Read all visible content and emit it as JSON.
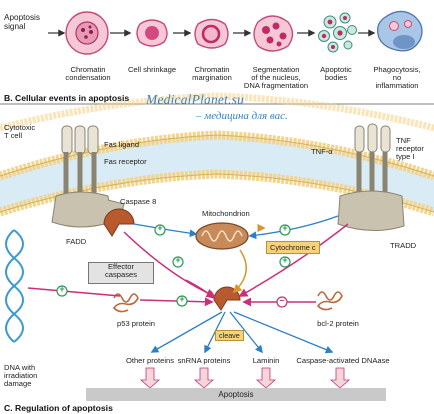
{
  "panel_b": {
    "signal_label": "Apoptosis\nsignal",
    "stages": [
      "Chromatin\ncondensation",
      "Cell shrinkage",
      "Chromatin\nmargination",
      "Segmentation\nof the nucleus,\nDNA fragmentation",
      "Apoptotic\nbodies",
      "Phagocytosis,\nno\ninflammation"
    ],
    "caption": "B. Cellular events in apoptosis"
  },
  "watermark": {
    "line1": "MedicalPlanet.su",
    "line2": "– медицина для вас."
  },
  "panel_c": {
    "cytotoxic_t_cell": "Cytotoxic\nT cell",
    "fas_ligand": "Fas ligand",
    "fas_receptor": "Fas receptor",
    "caspase8": "Caspase 8",
    "fadd": "FADD",
    "mitochondrion": "Mitochondrion",
    "cytochrome_c": "Cytochrome c",
    "tnf_alpha": "TNF-α",
    "tnf_receptor": "TNF\nreceptor\ntype I",
    "tradd": "TRADD",
    "effector_caspases": "Effector\ncaspases",
    "p53": "p53 protein",
    "bcl2": "bcl-2 protein",
    "cleave": "cleave",
    "dna_damage": "DNA with\nirradiation\ndamage",
    "targets": [
      "Other proteins",
      "snRNA proteins",
      "Laminin",
      "Caspase-activated DNAase"
    ],
    "apoptosis": "Apoptosis",
    "caption": "C. Regulation of apoptosis",
    "plus_sign": "+",
    "minus_sign": "–"
  },
  "colors": {
    "membrane_outer": "#f5d48a",
    "membrane_inner": "#d6b25c",
    "membrane_bg": "#c9e2ef",
    "receptor": "#c9c2ae",
    "caspase": "#b85a2e",
    "arrow_magenta": "#c8307a",
    "arrow_blue": "#2e7fc4",
    "arrow_orange": "#d8952e",
    "plus_circle": "#2a9a55",
    "minus_circle": "#c8307a",
    "dna": "#3a9bd1",
    "protein_coil": "#b86a3a"
  }
}
